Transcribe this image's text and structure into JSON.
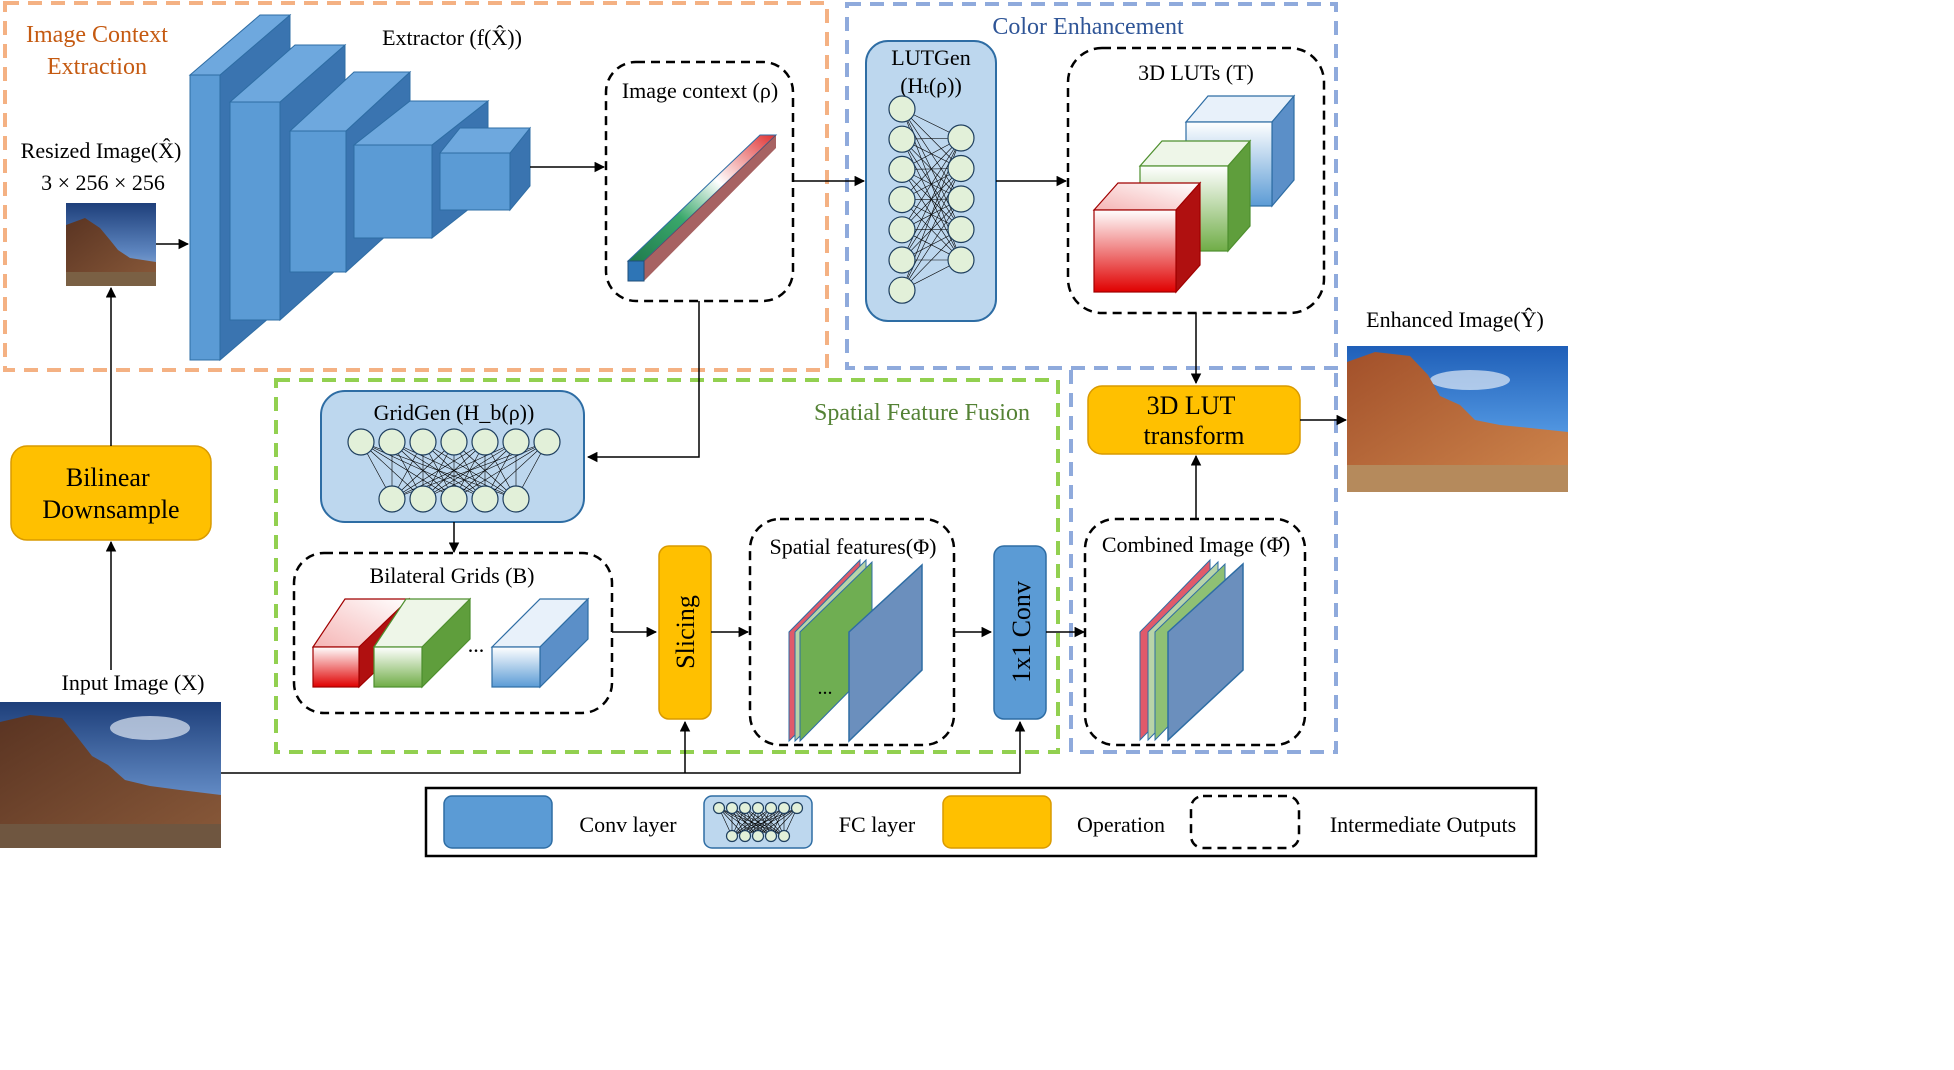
{
  "regions": {
    "image_context": "Image Context\nExtraction",
    "color_enhancement": "Color Enhancement",
    "spatial_fusion": "Spatial Feature Fusion"
  },
  "labels": {
    "extractor": "Extractor (f(X̂))",
    "resized_image": "Resized Image(X̂)",
    "resized_dims": "3 × 256 × 256",
    "image_context": "Image context (ρ)",
    "lutgen": "LUTGen",
    "lutgen_fn": "(Hₜ(ρ))",
    "luts": "3D LUTs (T)",
    "enhanced_image": "Enhanced Image(Ŷ)",
    "gridgen": "GridGen (H_b(ρ))",
    "bilateral_grids": "Bilateral Grids (B)",
    "spatial_features": "Spatial features(Φ)",
    "combined_image": "Combined Image (Φ̂)",
    "input_image": "Input Image (X)",
    "ellipsis_grids": "...",
    "ellipsis_features": "..."
  },
  "operations": {
    "downsample": "Bilinear\nDownsample",
    "slicing": "Slicing",
    "conv1x1": "1x1 Conv",
    "lut_transform": "3D LUT\ntransform"
  },
  "legend": [
    {
      "id": "conv",
      "label": "Conv layer"
    },
    {
      "id": "fc",
      "label": "FC layer"
    },
    {
      "id": "operation",
      "label": "Operation"
    },
    {
      "id": "intermediate",
      "label": "Intermediate Outputs"
    }
  ],
  "colors": {
    "image_context_border": "#f4b183",
    "image_context_title": "#c55a11",
    "color_enh_border": "#8faadc",
    "color_enh_title": "#2f5597",
    "spatial_border": "#92d050",
    "spatial_title": "#548235",
    "conv": "#5b9bd5",
    "fc_fill": "#bdd7ee",
    "operation": "#ffc000",
    "neuron": "#e2f0d9"
  }
}
